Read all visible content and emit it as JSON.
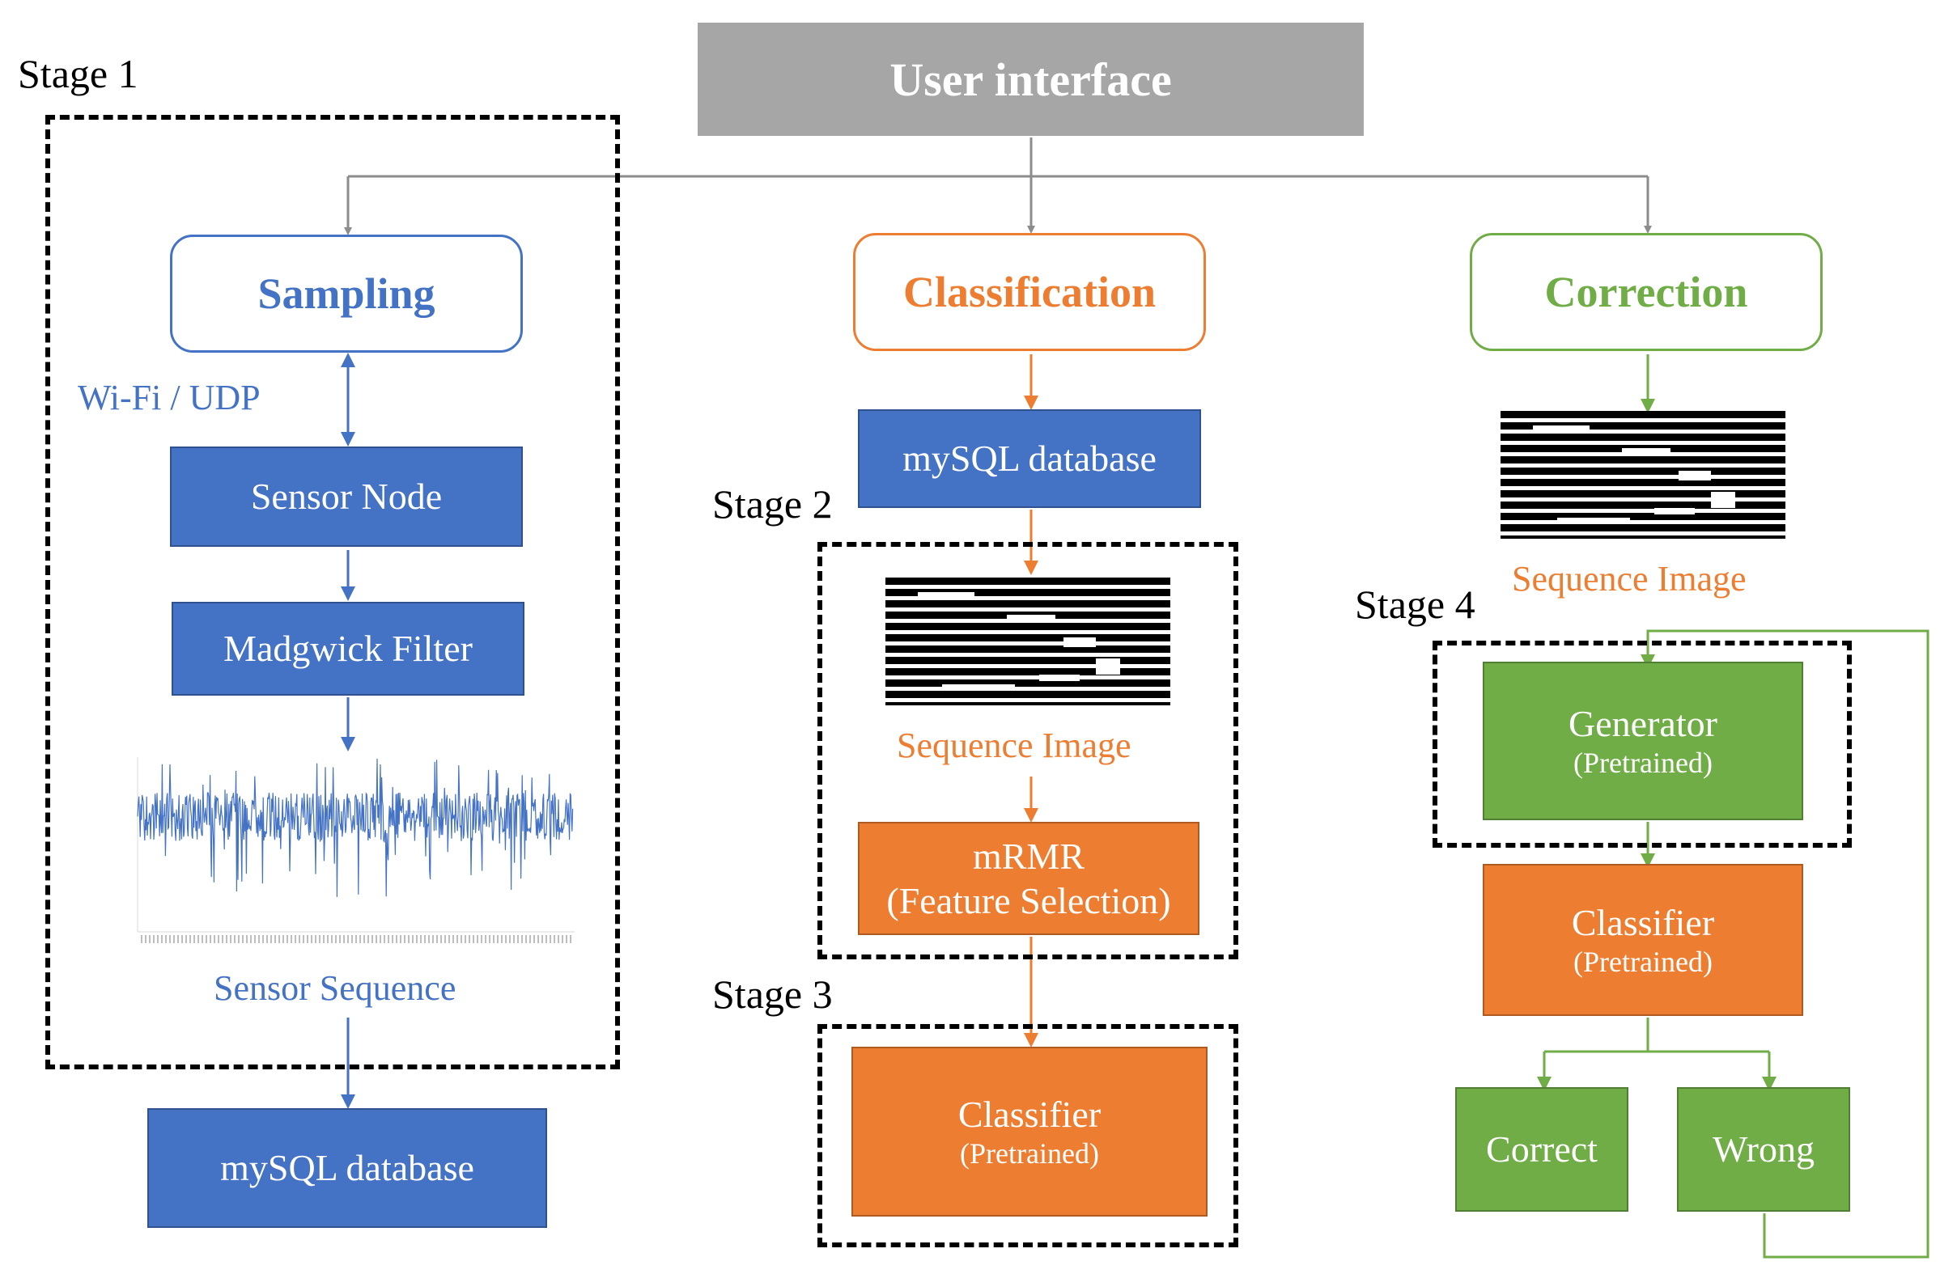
{
  "header": {
    "title": "User interface"
  },
  "modules": {
    "sampling": "Sampling",
    "classification": "Classification",
    "correction": "Correction"
  },
  "sampling": {
    "link_label": "Wi-Fi / UDP",
    "sensor_node": "Sensor Node",
    "madgwick": "Madgwick Filter",
    "sensor_sequence": "Sensor Sequence",
    "database": "mySQL database"
  },
  "classification": {
    "database": "mySQL database",
    "sequence_image": "Sequence Image",
    "mrmr": "mRMR",
    "mrmr_sub": "(Feature Selection)",
    "classifier": "Classifier",
    "classifier_sub": "(Pretrained)"
  },
  "correction": {
    "sequence_image": "Sequence Image",
    "generator": "Generator",
    "generator_sub": "(Pretrained)",
    "classifier": "Classifier",
    "classifier_sub": "(Pretrained)",
    "correct": "Correct",
    "wrong": "Wrong"
  },
  "stages": {
    "stage1": "Stage 1",
    "stage2": "Stage 2",
    "stage3": "Stage 3",
    "stage4": "Stage 4"
  },
  "colors": {
    "blue": "#4472c4",
    "orange": "#ed7d31",
    "green": "#70ad47",
    "gray": "#a6a6a6"
  }
}
